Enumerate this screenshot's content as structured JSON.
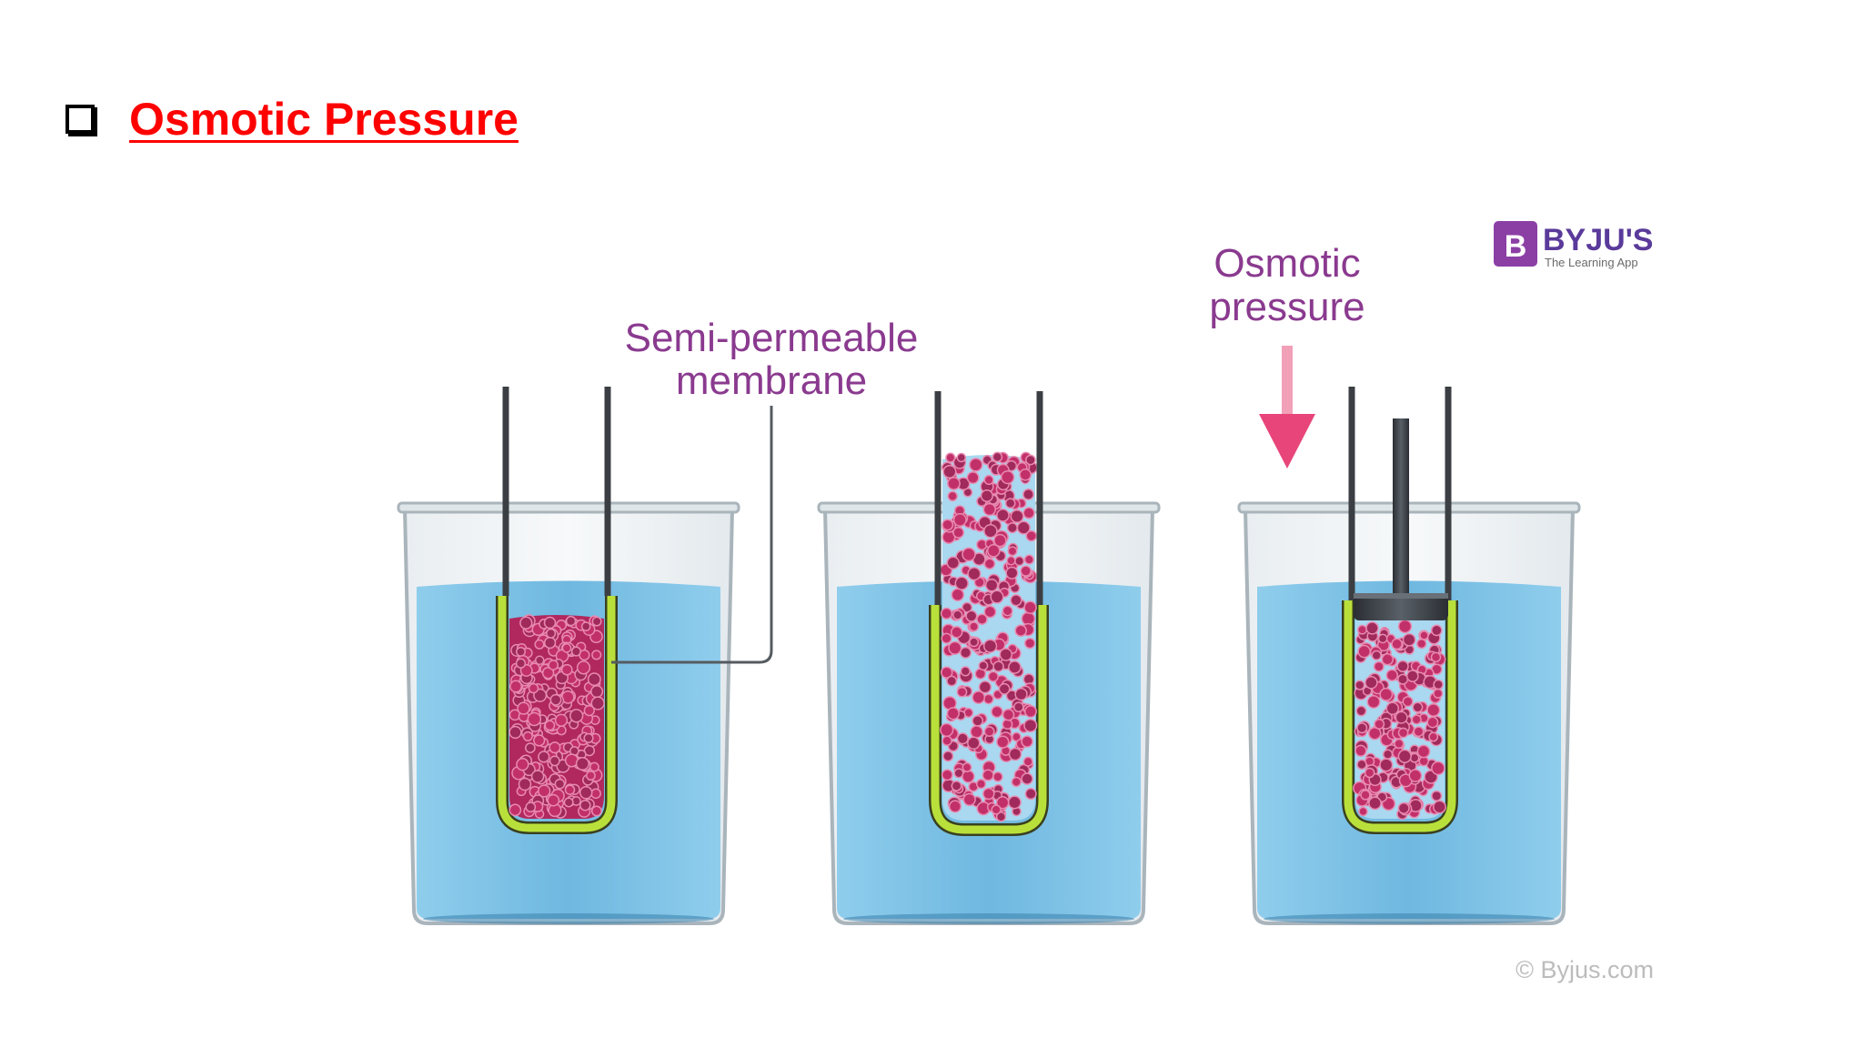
{
  "slide": {
    "title": "Osmotic Pressure"
  },
  "diagram": {
    "label_membrane_line1": "Semi-permeable",
    "label_membrane_line2": "membrane",
    "label_pressure_line1": "Osmotic",
    "label_pressure_line2": "pressure",
    "logo_name": "BYJU'S",
    "logo_tagline": "The Learning App",
    "logo_glyph": "B",
    "copyright": "© Byjus.com"
  },
  "colors": {
    "title": "#ff0000",
    "label": "#8a3a8f",
    "water": "#7ec3e6",
    "membrane": "#b9e03a",
    "particles": "#b0285e",
    "arrow": "#e8457a",
    "logo": "#8b3fa5"
  }
}
